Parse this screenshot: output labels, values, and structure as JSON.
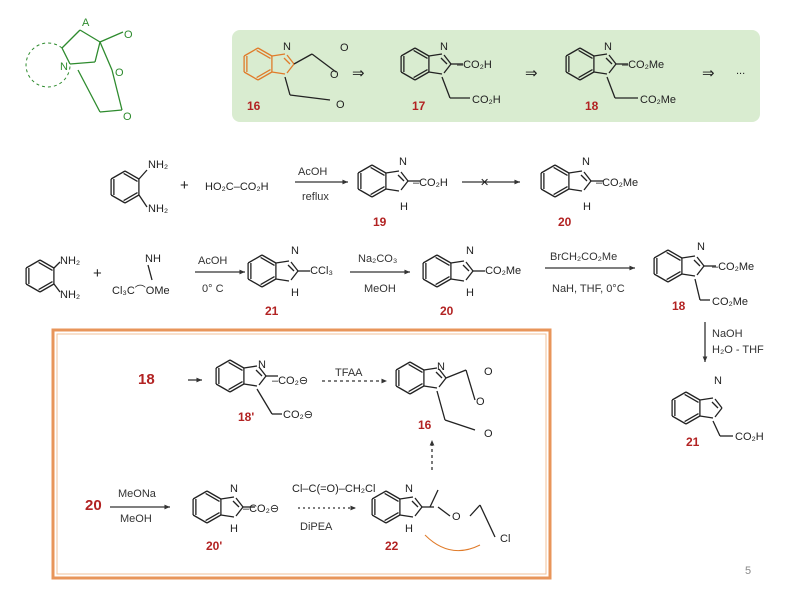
{
  "slide": {
    "page_number": "5"
  },
  "generic": {
    "atom_a": "A",
    "atom_n": "N",
    "o1": "O",
    "o2": "O",
    "o3": "O"
  },
  "retro": {
    "c16": "16",
    "c17": "17",
    "c18": "18",
    "arrow": "⇒",
    "ellipsis": "...",
    "co2h": "–CO₂H",
    "ch2co2h": "CO₂H",
    "co2me": "–CO₂Me",
    "ch2co2me": "CO₂Me",
    "n": "N",
    "o": "O"
  },
  "row1": {
    "nh2a": "NH₂",
    "nh2b": "NH₂",
    "plus": "+",
    "oxalic": "HO₂C–CO₂H",
    "reagent_top": "AcOH",
    "reagent_bottom": "reflux",
    "c19": "19",
    "c20": "20",
    "co2h": "–CO₂H",
    "co2me": "–CO₂Me",
    "n": "N",
    "nh": "H",
    "blocked": "✕"
  },
  "row2": {
    "nh2a": "NH₂",
    "nh2b": "NH₂",
    "plus": "+",
    "imidate_nh": "NH",
    "imidate": "Cl₃C⌒OMe",
    "step1_top": "AcOH",
    "step1_bottom": "0° C",
    "c21": "21",
    "ccl3": "–CCl₃",
    "step2_top": "Na₂CO₃",
    "step2_bottom": "MeOH",
    "c20": "20",
    "co2me": "–CO₂Me",
    "step3_top": "BrCH₂CO₂Me",
    "step3_bottom": "NaH, THF, 0°C",
    "c18": "18",
    "ch2co2me": "CO₂Me",
    "n": "N",
    "nh": "H"
  },
  "side": {
    "reagent_top": "NaOH",
    "reagent_bottom": "H₂O - THF",
    "c21": "21",
    "co2h": "CO₂H",
    "n": "N"
  },
  "box": {
    "c18": "18",
    "c18p": "18'",
    "co2m": "–CO₂⊖",
    "co2m2": "CO₂⊖",
    "tfaa": "TFAA",
    "c16": "16",
    "c20": "20",
    "meona": "MeONa",
    "meoh": "MeOH",
    "c20p": "20'",
    "clac": "Cl–C(=O)–CH₂Cl",
    "dipea": "DiPEA",
    "c22": "22",
    "cl": "Cl",
    "o": "O",
    "n": "N",
    "nh": "H"
  },
  "colors": {
    "green": "#2e8b2e",
    "orange": "#e07b2a",
    "red": "#b22222",
    "panel": "#d9ecd0",
    "frame": "#e8955a"
  }
}
